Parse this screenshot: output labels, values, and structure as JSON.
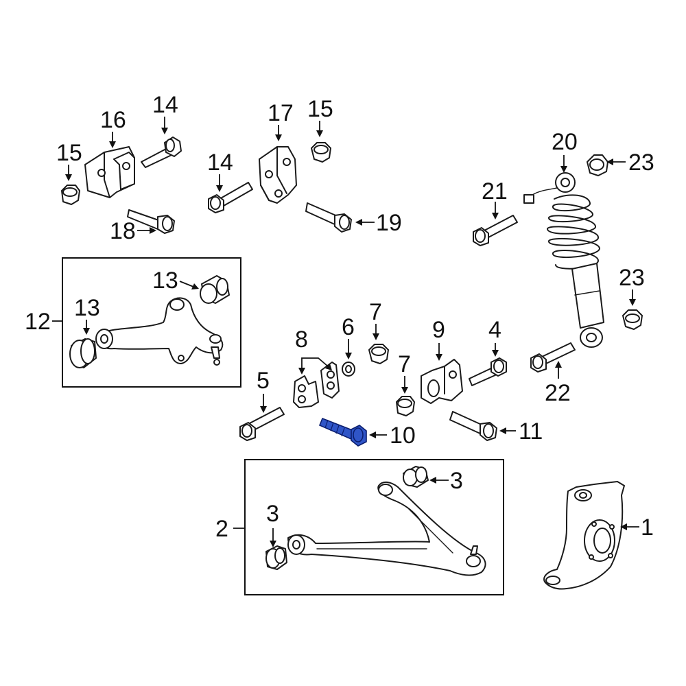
{
  "diagram": {
    "callouts": {
      "c1": "1",
      "c2": "2",
      "c3a": "3",
      "c3b": "3",
      "c4": "4",
      "c5": "5",
      "c6": "6",
      "c7a": "7",
      "c7b": "7",
      "c8": "8",
      "c9": "9",
      "c10": "10",
      "c11": "11",
      "c12": "12",
      "c13a": "13",
      "c13b": "13",
      "c14a": "14",
      "c14b": "14",
      "c15a": "15",
      "c15b": "15",
      "c16": "16",
      "c17": "17",
      "c18": "18",
      "c19": "19",
      "c20": "20",
      "c21": "21",
      "c22": "22",
      "c23a": "23",
      "c23b": "23"
    },
    "highlighted_part": "10",
    "colors": {
      "highlight": "#2f55c8",
      "line": "#1a1a1a",
      "background": "#ffffff"
    }
  }
}
